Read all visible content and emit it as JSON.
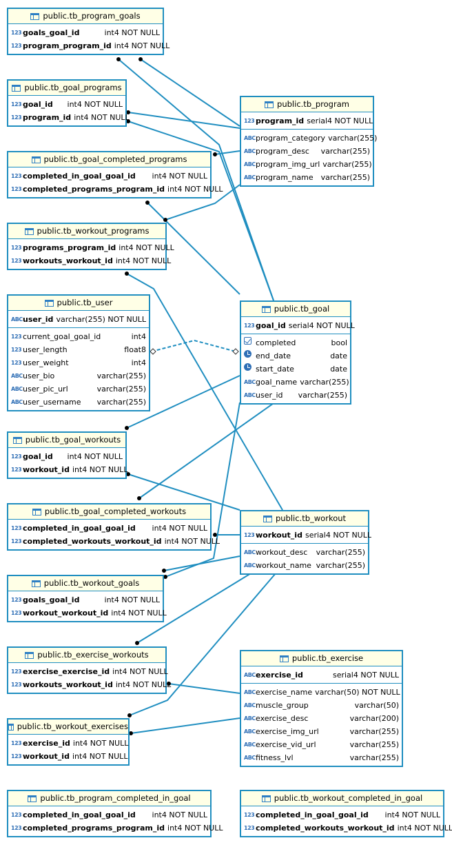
{
  "diagram": {
    "tables": [
      {
        "id": "tb_program_goals",
        "title": "public.tb_program_goals",
        "keys": [
          {
            "icon": "number-icon",
            "name": "goals_goal_id",
            "type": "int4 NOT NULL"
          },
          {
            "icon": "number-icon",
            "name": "program_program_id",
            "type": "int4 NOT NULL"
          }
        ],
        "attrs": []
      },
      {
        "id": "tb_goal_programs",
        "title": "public.tb_goal_programs",
        "keys": [
          {
            "icon": "number-icon",
            "name": "goal_id",
            "type": "int4 NOT NULL"
          },
          {
            "icon": "number-icon",
            "name": "program_id",
            "type": "int4 NOT NULL"
          }
        ],
        "attrs": []
      },
      {
        "id": "tb_goal_completed_programs",
        "title": "public.tb_goal_completed_programs",
        "keys": [
          {
            "icon": "number-icon",
            "name": "completed_in_goal_goal_id",
            "type": "int4 NOT NULL"
          },
          {
            "icon": "number-icon",
            "name": "completed_programs_program_id",
            "type": "int4 NOT NULL"
          }
        ],
        "attrs": []
      },
      {
        "id": "tb_workout_programs",
        "title": "public.tb_workout_programs",
        "keys": [
          {
            "icon": "number-icon",
            "name": "programs_program_id",
            "type": "int4 NOT NULL"
          },
          {
            "icon": "number-icon",
            "name": "workouts_workout_id",
            "type": "int4 NOT NULL"
          }
        ],
        "attrs": []
      },
      {
        "id": "tb_user",
        "title": "public.tb_user",
        "keys": [
          {
            "icon": "text-icon",
            "name": "user_id",
            "type": "varchar(255) NOT NULL"
          }
        ],
        "attrs": [
          {
            "icon": "number-icon",
            "name": "current_goal_goal_id",
            "type": "int4"
          },
          {
            "icon": "number-icon",
            "name": "user_length",
            "type": "float8"
          },
          {
            "icon": "number-icon",
            "name": "user_weight",
            "type": "int4"
          },
          {
            "icon": "text-icon",
            "name": "user_bio",
            "type": "varchar(255)"
          },
          {
            "icon": "text-icon",
            "name": "user_pic_url",
            "type": "varchar(255)"
          },
          {
            "icon": "text-icon",
            "name": "user_username",
            "type": "varchar(255)"
          }
        ]
      },
      {
        "id": "tb_goal_workouts",
        "title": "public.tb_goal_workouts",
        "keys": [
          {
            "icon": "number-icon",
            "name": "goal_id",
            "type": "int4 NOT NULL"
          },
          {
            "icon": "number-icon",
            "name": "workout_id",
            "type": "int4 NOT NULL"
          }
        ],
        "attrs": []
      },
      {
        "id": "tb_goal_completed_workouts",
        "title": "public.tb_goal_completed_workouts",
        "keys": [
          {
            "icon": "number-icon",
            "name": "completed_in_goal_goal_id",
            "type": "int4 NOT NULL"
          },
          {
            "icon": "number-icon",
            "name": "completed_workouts_workout_id",
            "type": "int4 NOT NULL"
          }
        ],
        "attrs": []
      },
      {
        "id": "tb_workout_goals",
        "title": "public.tb_workout_goals",
        "keys": [
          {
            "icon": "number-icon",
            "name": "goals_goal_id",
            "type": "int4 NOT NULL"
          },
          {
            "icon": "number-icon",
            "name": "workout_workout_id",
            "type": "int4 NOT NULL"
          }
        ],
        "attrs": []
      },
      {
        "id": "tb_exercise_workouts",
        "title": "public.tb_exercise_workouts",
        "keys": [
          {
            "icon": "number-icon",
            "name": "exercise_exercise_id",
            "type": "int4 NOT NULL"
          },
          {
            "icon": "number-icon",
            "name": "workouts_workout_id",
            "type": "int4 NOT NULL"
          }
        ],
        "attrs": []
      },
      {
        "id": "tb_workout_exercises",
        "title": "public.tb_workout_exercises",
        "keys": [
          {
            "icon": "number-icon",
            "name": "exercise_id",
            "type": "int4 NOT NULL"
          },
          {
            "icon": "number-icon",
            "name": "workout_id",
            "type": "int4 NOT NULL"
          }
        ],
        "attrs": []
      },
      {
        "id": "tb_program_completed_in_goal",
        "title": "public.tb_program_completed_in_goal",
        "keys": [
          {
            "icon": "number-icon",
            "name": "completed_in_goal_goal_id",
            "type": "int4 NOT NULL"
          },
          {
            "icon": "number-icon",
            "name": "completed_programs_program_id",
            "type": "int4 NOT NULL"
          }
        ],
        "attrs": []
      },
      {
        "id": "tb_program",
        "title": "public.tb_program",
        "keys": [
          {
            "icon": "number-icon",
            "name": "program_id",
            "type": "serial4 NOT NULL"
          }
        ],
        "attrs": [
          {
            "icon": "text-icon",
            "name": "program_category",
            "type": "varchar(255)"
          },
          {
            "icon": "text-icon",
            "name": "program_desc",
            "type": "varchar(255)"
          },
          {
            "icon": "text-icon",
            "name": "program_img_url",
            "type": "varchar(255)"
          },
          {
            "icon": "text-icon",
            "name": "program_name",
            "type": "varchar(255)"
          }
        ]
      },
      {
        "id": "tb_goal",
        "title": "public.tb_goal",
        "keys": [
          {
            "icon": "number-icon",
            "name": "goal_id",
            "type": "serial4 NOT NULL"
          }
        ],
        "attrs": [
          {
            "icon": "checkbox-icon",
            "name": "completed",
            "type": "bool"
          },
          {
            "icon": "clock-icon",
            "name": "end_date",
            "type": "date"
          },
          {
            "icon": "clock-icon",
            "name": "start_date",
            "type": "date"
          },
          {
            "icon": "text-icon",
            "name": "goal_name",
            "type": "varchar(255)"
          },
          {
            "icon": "text-icon",
            "name": "user_id",
            "type": "varchar(255)"
          }
        ]
      },
      {
        "id": "tb_workout",
        "title": "public.tb_workout",
        "keys": [
          {
            "icon": "number-icon",
            "name": "workout_id",
            "type": "serial4 NOT NULL"
          }
        ],
        "attrs": [
          {
            "icon": "text-icon",
            "name": "workout_desc",
            "type": "varchar(255)"
          },
          {
            "icon": "text-icon",
            "name": "workout_name",
            "type": "varchar(255)"
          }
        ]
      },
      {
        "id": "tb_exercise",
        "title": "public.tb_exercise",
        "keys": [
          {
            "icon": "text-icon",
            "name": "exercise_id",
            "type": "serial4 NOT NULL"
          }
        ],
        "attrs": [
          {
            "icon": "text-icon",
            "name": "exercise_name",
            "type": "varchar(50) NOT NULL"
          },
          {
            "icon": "text-icon",
            "name": "muscle_group",
            "type": "varchar(50)"
          },
          {
            "icon": "text-icon",
            "name": "exercise_desc",
            "type": "varchar(200)"
          },
          {
            "icon": "text-icon",
            "name": "exercise_img_url",
            "type": "varchar(255)"
          },
          {
            "icon": "text-icon",
            "name": "exercise_vid_url",
            "type": "varchar(255)"
          },
          {
            "icon": "text-icon",
            "name": "fitness_lvl",
            "type": "varchar(255)"
          }
        ]
      },
      {
        "id": "tb_workout_completed_in_goal",
        "title": "public.tb_workout_completed_in_goal",
        "keys": [
          {
            "icon": "number-icon",
            "name": "completed_in_goal_goal_id",
            "type": "int4 NOT NULL"
          },
          {
            "icon": "number-icon",
            "name": "completed_workouts_workout_id",
            "type": "int4 NOT NULL"
          }
        ],
        "attrs": []
      }
    ],
    "relationships": [
      {
        "from": "tb_program_goals",
        "to": "tb_program"
      },
      {
        "from": "tb_program_goals",
        "to": "tb_goal"
      },
      {
        "from": "tb_goal_programs",
        "to": "tb_goal"
      },
      {
        "from": "tb_goal_programs",
        "to": "tb_program"
      },
      {
        "from": "tb_goal_completed_programs",
        "to": "tb_goal"
      },
      {
        "from": "tb_goal_completed_programs",
        "to": "tb_program"
      },
      {
        "from": "tb_workout_programs",
        "to": "tb_program"
      },
      {
        "from": "tb_workout_programs",
        "to": "tb_workout"
      },
      {
        "from": "tb_user",
        "to": "tb_goal",
        "style": "dashed"
      },
      {
        "from": "tb_goal_workouts",
        "to": "tb_goal"
      },
      {
        "from": "tb_goal_workouts",
        "to": "tb_workout"
      },
      {
        "from": "tb_goal_completed_workouts",
        "to": "tb_goal"
      },
      {
        "from": "tb_goal_completed_workouts",
        "to": "tb_workout"
      },
      {
        "from": "tb_workout_goals",
        "to": "tb_goal"
      },
      {
        "from": "tb_workout_goals",
        "to": "tb_workout"
      },
      {
        "from": "tb_exercise_workouts",
        "to": "tb_workout"
      },
      {
        "from": "tb_exercise_workouts",
        "to": "tb_exercise"
      },
      {
        "from": "tb_workout_exercises",
        "to": "tb_workout"
      },
      {
        "from": "tb_workout_exercises",
        "to": "tb_exercise"
      }
    ]
  },
  "colors": {
    "border": "#1f8ec0",
    "header_bg": "#ffffe6",
    "edge": "#1f8ec0",
    "icon": "#2f6fb6"
  }
}
